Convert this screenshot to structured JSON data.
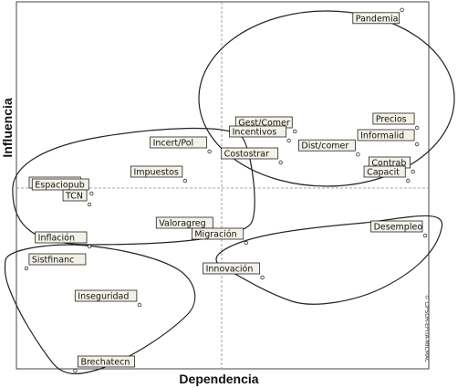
{
  "chart_data": {
    "type": "scatter",
    "xlabel": "Dependencia",
    "ylabel": "Influencia",
    "side_text": "© LIPSOR-EPITA-MICMAC",
    "top_left_text": "",
    "xlim": [
      0,
      1
    ],
    "ylim": [
      0,
      1
    ],
    "mid_x": 0.5,
    "mid_y": 0.5,
    "points": [
      {
        "label": "Pandemia",
        "x": 0.943,
        "y": 0.988
      },
      {
        "label": "Precios",
        "x": 0.98,
        "y": 0.665
      },
      {
        "label": "Informalid",
        "x": 0.98,
        "y": 0.62
      },
      {
        "label": "Contrab",
        "x": 0.97,
        "y": 0.545
      },
      {
        "label": "Capacit",
        "x": 0.958,
        "y": 0.52
      },
      {
        "label": "Gest/Comer",
        "x": 0.68,
        "y": 0.655
      },
      {
        "label": "Incentivos",
        "x": 0.665,
        "y": 0.63
      },
      {
        "label": "Dist/comer",
        "x": 0.835,
        "y": 0.592
      },
      {
        "label": "Costostrar",
        "x": 0.645,
        "y": 0.57
      },
      {
        "label": "Incert/Pol",
        "x": 0.47,
        "y": 0.6
      },
      {
        "label": "Impuestos",
        "x": 0.41,
        "y": 0.52
      },
      {
        "label": "Valoragreg",
        "x": 0.485,
        "y": 0.38
      },
      {
        "label": "Geoubicac",
        "x": 0.16,
        "y": 0.49
      },
      {
        "label": "Espaciopub",
        "x": 0.18,
        "y": 0.485
      },
      {
        "label": "TCN",
        "x": 0.175,
        "y": 0.455
      },
      {
        "label": "Desempleo",
        "x": 1.0,
        "y": 0.37
      },
      {
        "label": "Migración",
        "x": 0.56,
        "y": 0.35
      },
      {
        "label": "Innovación",
        "x": 0.6,
        "y": 0.255
      },
      {
        "label": "Sistfinanc",
        "x": 0.02,
        "y": 0.28
      },
      {
        "label": "Inflación",
        "x": 0.175,
        "y": 0.34
      },
      {
        "label": "Inseguridad",
        "x": 0.298,
        "y": 0.18
      },
      {
        "label": "Brechatecn",
        "x": 0.14,
        "y": 0.0
      }
    ]
  }
}
